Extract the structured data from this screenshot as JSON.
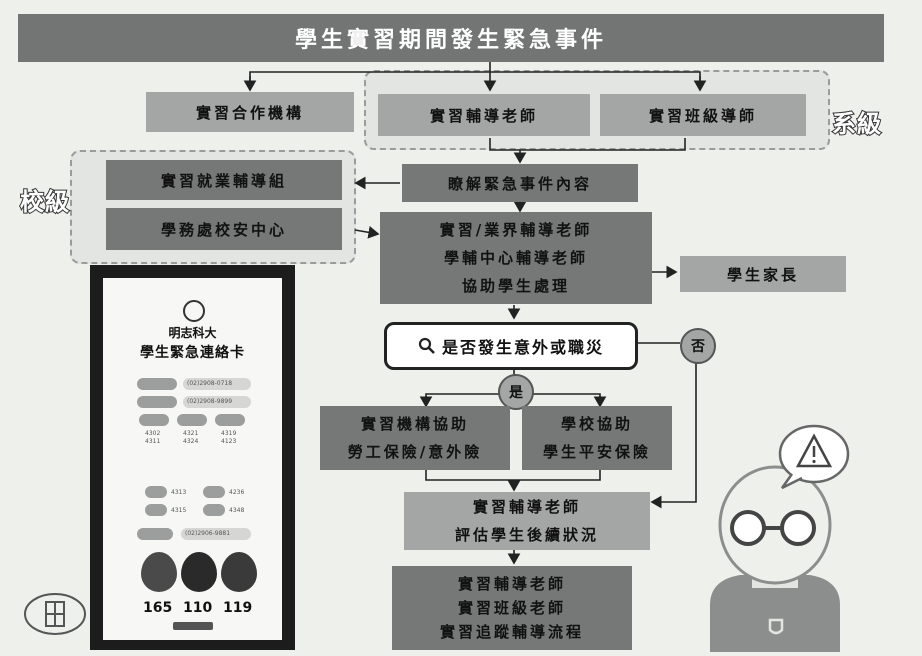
{
  "title": "學生實習期間發生緊急事件",
  "dept_level_label": "系級",
  "school_level_label": "校級",
  "boxes": {
    "partner": "實習合作機構",
    "advisor": "實習輔導老師",
    "class_mentor": "實習班級導師",
    "understand": "瞭解緊急事件內容",
    "career_office": "實習就業輔導組",
    "security_center": "學務處校安中心",
    "assist_line1": "實習/業界輔導老師",
    "assist_line2": "學輔中心輔導老師",
    "assist_line3": "協助學生處理",
    "parents": "學生家長",
    "question": "是否發生意外或職災",
    "yes": "是",
    "no": "否",
    "org_assist_line1": "實習機構協助",
    "org_assist_line2": "勞工保險/意外險",
    "school_assist_line1": "學校協助",
    "school_assist_line2": "學生平安保險",
    "evaluate_line1": "實習輔導老師",
    "evaluate_line2": "評估學生後續狀況",
    "followup_line1": "實習輔導老師",
    "followup_line2": "實習班級老師",
    "followup_line3": "實習追蹤輔導流程"
  },
  "card": {
    "school": "明志科大",
    "title": "學生緊急連絡卡",
    "phone1": "(02)2908-0718",
    "phone2": "(02)2908-9899",
    "ext_a1": "4302",
    "ext_a2": "4311",
    "ext_b1": "4321",
    "ext_b2": "4324",
    "ext_c1": "4319",
    "ext_c2": "4123",
    "ext_d": "4313",
    "ext_e": "4236",
    "ext_f": "4315",
    "ext_g": "4348",
    "phone3": "(02)2906-9881",
    "num1": "165",
    "num2": "110",
    "num3": "119"
  },
  "colors": {
    "title_bg": "#727574",
    "box_bg": "#a4a6a5",
    "box_dark": "#757877"
  }
}
